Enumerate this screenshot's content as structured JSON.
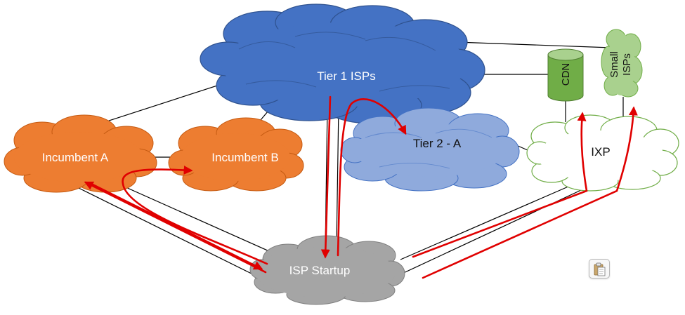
{
  "diagram": {
    "nodes": {
      "tier1": {
        "label": "Tier 1 ISPs",
        "color": "#4472c4"
      },
      "incumbent_a": {
        "label": "Incumbent A",
        "color": "#ed7d31"
      },
      "incumbent_b": {
        "label": "Incumbent B",
        "color": "#ed7d31"
      },
      "tier2": {
        "label": "Tier 2 - A",
        "color": "#8faadc"
      },
      "ixp": {
        "label": "IXP",
        "color": "#ffffff",
        "outline": "#70ad47"
      },
      "cdn": {
        "label": "CDN",
        "color": "#70ad47"
      },
      "small_isps": {
        "label_line1": "Small",
        "label_line2": "ISPs",
        "color": "#a9d18e"
      },
      "isp_startup": {
        "label": "ISP Startup",
        "color": "#a5a5a5"
      }
    },
    "link_color": "#000000",
    "traffic_arrow_color": "#e00000"
  },
  "toolbar": {
    "paste_icon": "clipboard-paste-icon"
  }
}
